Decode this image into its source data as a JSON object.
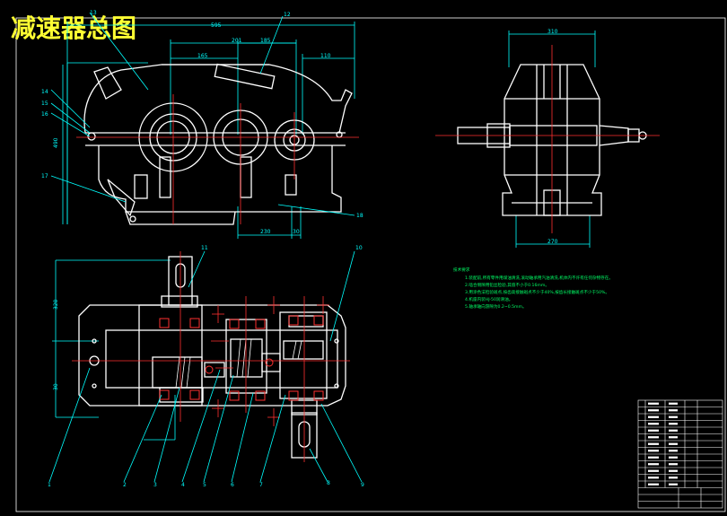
{
  "drawing": {
    "title": "减速器总图",
    "title_color": "#ffff33",
    "line_colors": {
      "outline": "#ffffff",
      "dimension": "#00ffff",
      "centerline": "#ff3030",
      "notes": "#00ff66"
    }
  },
  "front_view": {
    "dimensions": {
      "overall_length": "595",
      "offset_a": "201",
      "offset_b": "165",
      "offset_c": "185",
      "right_offset": "110",
      "height": "490",
      "base_a": "230",
      "base_b": "30"
    },
    "part_labels": {
      "p12": "12",
      "p13": "13",
      "p14": "14",
      "p15": "15",
      "p16": "16",
      "p17": "17",
      "p18": "18"
    }
  },
  "side_view": {
    "dimensions": {
      "top_width": "310",
      "bottom_width": "270"
    }
  },
  "plan_view": {
    "dimensions": {
      "left_a": "320",
      "left_b": "30"
    },
    "part_labels": {
      "p1": "1",
      "p2": "2",
      "p3": "3",
      "p4": "4",
      "p5": "5",
      "p6": "6",
      "p7": "7",
      "p8": "8",
      "p9": "9",
      "p10": "10",
      "p11": "11"
    }
  },
  "technical_notes": {
    "heading": "技术要求",
    "lines": [
      "1.装配前,所有零件用煤油清洗,滚动轴承用汽油清洗,机体内不许有任何杂物存在。",
      "2.啮合侧隙用铅丝检验,其值不小于0.16mm。",
      "3.用涂色法检验斑点,按齿高接触斑点不少于40%,按齿长接触斑点不少于50%。",
      "4.机座内装HJ-50润滑油。",
      "5.轴承轴向游隙为0.2~0.5mm。"
    ]
  },
  "title_block": {
    "rows": 16,
    "columns": 5
  }
}
